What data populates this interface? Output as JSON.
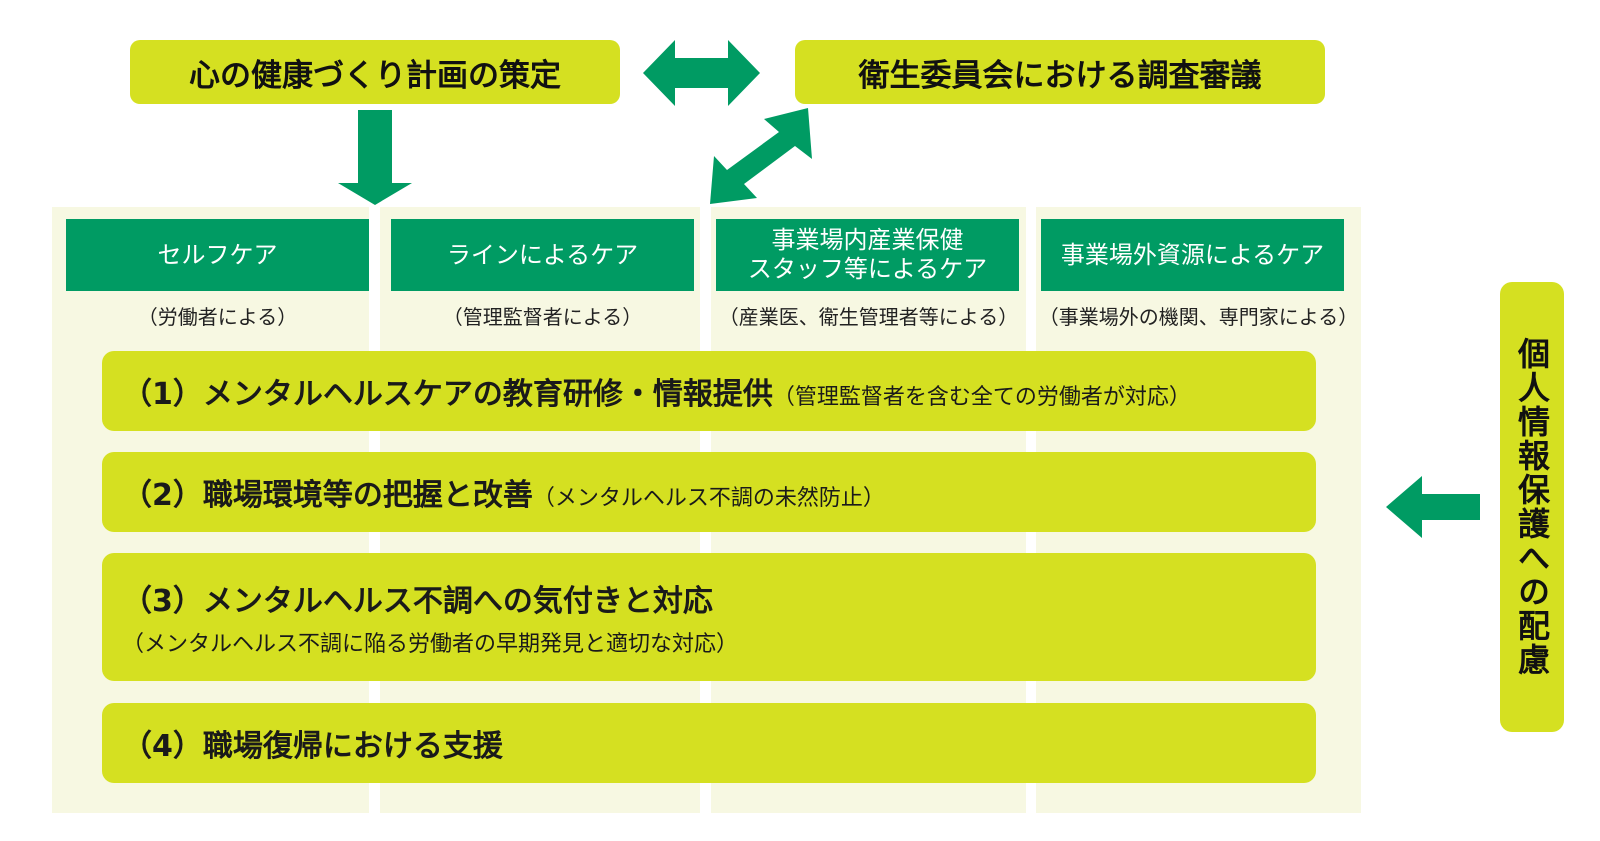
{
  "top": {
    "plan_label": "心の健康づくり計画の策定",
    "committee_label": "衛生委員会における調査審議"
  },
  "columns": [
    {
      "title_lines": [
        "セルフケア"
      ],
      "sub": "（労働者による）"
    },
    {
      "title_lines": [
        "ラインによるケア"
      ],
      "sub": "（管理監督者による）"
    },
    {
      "title_lines": [
        "事業場内産業保健",
        "スタッフ等によるケア"
      ],
      "sub": "（産業医、衛生管理者等による）"
    },
    {
      "title_lines": [
        "事業場外資源によるケア"
      ],
      "sub": "（事業場外の機関、専門家による）"
    }
  ],
  "measures": [
    {
      "main": "（1）メンタルヘルスケアの教育研修・情報提供",
      "note": "（管理監督者を含む全ての労働者が対応）",
      "note2": ""
    },
    {
      "main": "（2）職場環境等の把握と改善",
      "note": "（メンタルヘルス不調の未然防止）",
      "note2": ""
    },
    {
      "main": "（3）メンタルヘルス不調への気付きと対応",
      "note": "",
      "note2": "（メンタルヘルス不調に陥る労働者の早期発見と適切な対応）"
    },
    {
      "main": "（4）職場復帰における支援",
      "note": "",
      "note2": ""
    }
  ],
  "privacy_label": "個人情報保護への配慮",
  "colors": {
    "accent_green": "#009b63",
    "lime": "#d5e021",
    "column_bg": "#f7f8e2"
  }
}
